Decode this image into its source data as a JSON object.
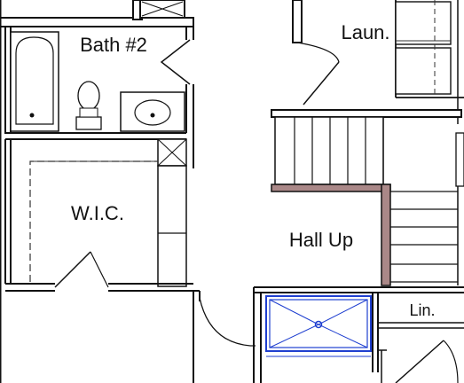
{
  "labels": {
    "bath": "Bath #2",
    "laundry": "Laun.",
    "wic": "W.I.C.",
    "hall": "Hall Up",
    "linen": "Lin."
  },
  "colors": {
    "wall": "#111111",
    "line": "#222222",
    "background": "#ffffff",
    "highlight": "#1f3fd0"
  },
  "icons": {
    "tub": "bathtub-icon",
    "toilet": "toilet-icon",
    "sink": "sink-icon",
    "shower": "shower-pan-icon",
    "hvac": "hvac-box-icon"
  }
}
